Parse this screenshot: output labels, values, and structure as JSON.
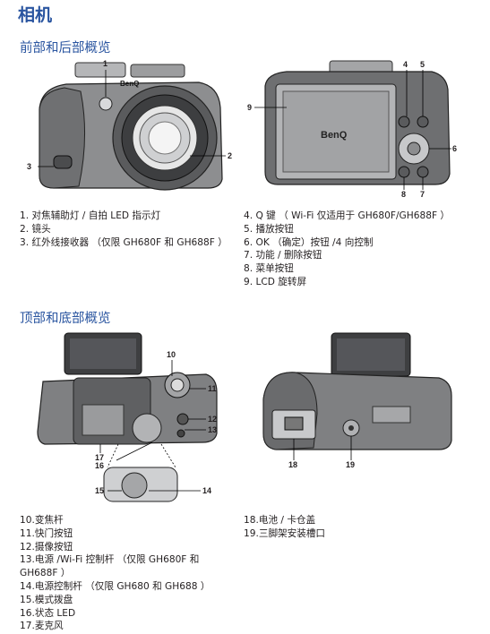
{
  "page_title": "相机",
  "section_front": "前部和后部概览",
  "section_top": "顶部和底部概览",
  "brand": "BenQ",
  "front_callouts": [
    "1",
    "2",
    "3"
  ],
  "back_callouts": [
    "4",
    "5",
    "6",
    "7",
    "8",
    "9"
  ],
  "top_callouts": [
    "10",
    "11",
    "12",
    "13",
    "14",
    "15",
    "16",
    "17"
  ],
  "bottom_callouts": [
    "18",
    "19"
  ],
  "list_front_left": [
    "1. 对焦辅助灯 / 自拍 LED 指示灯",
    "2. 镜头",
    "3. 红外线接收器 （仅限 GH680F 和 GH688F ）"
  ],
  "list_front_right": [
    "4. Q 键 （ Wi-Fi 仅适用于 GH680F/GH688F ）",
    "5. 播放按钮",
    "6. OK （确定）按钮 /4 向控制",
    "7. 功能 / 删除按钮",
    "8. 菜单按钮",
    "9. LCD 旋转屏"
  ],
  "list_top_left": [
    "10.变焦杆",
    "11.快门按钮",
    "12.摄像按钮",
    "13.电源 /Wi-Fi 控制杆 （仅限 GH680F 和",
    "   GH688F ）",
    "14.电源控制杆 （仅限 GH680 和 GH688 ）",
    "15.模式拨盘",
    "16.状态 LED",
    "17.麦克风"
  ],
  "list_top_right": [
    "18.电池 / 卡仓盖",
    "19.三脚架安装槽口"
  ]
}
